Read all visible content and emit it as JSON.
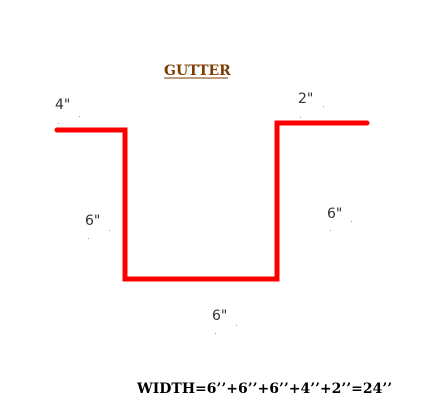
{
  "title": "GUTTER",
  "dimensions": {
    "left_top": "4\"",
    "right_top": "2\"",
    "left_side": "6\"",
    "right_side": "6\"",
    "bottom": "6\""
  },
  "formula": "WIDTH=6’’+6’’+6’’+4’’+2’’=24’’",
  "colors": {
    "profile": "#ff0000",
    "title": "#7a3b00",
    "text": "#000000"
  }
}
